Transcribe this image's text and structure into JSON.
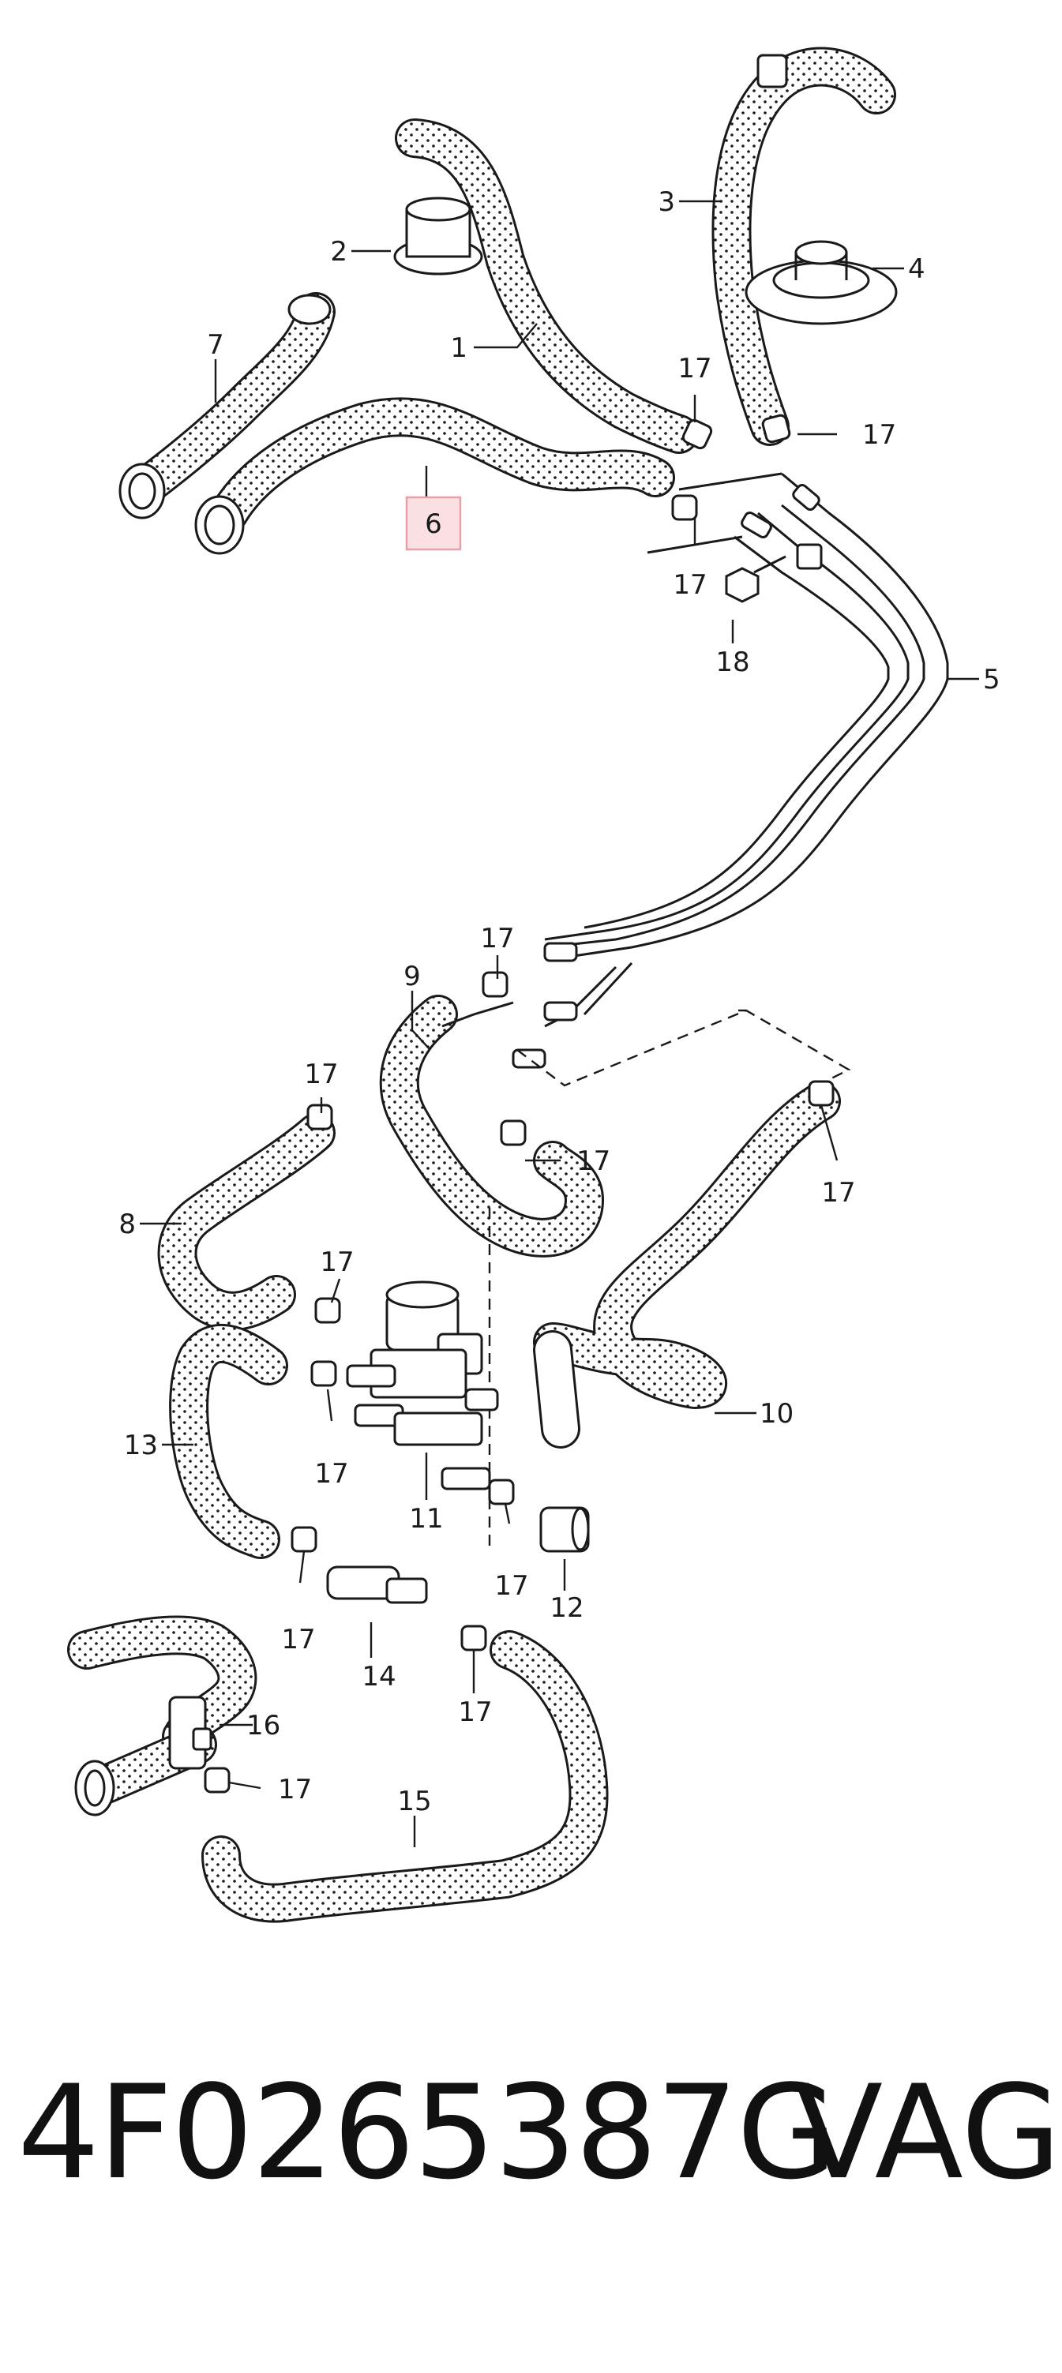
{
  "diagram": {
    "callouts": {
      "c1": "1",
      "c2": "2",
      "c3": "3",
      "c4": "4",
      "c5": "5",
      "c6": "6",
      "c7": "7",
      "c8": "8",
      "c9": "9",
      "c10": "10",
      "c11": "11",
      "c12": "12",
      "c13": "13",
      "c14": "14",
      "c15": "15",
      "c16": "16",
      "c18": "18",
      "c17": "17"
    },
    "highlighted_callout": "6",
    "highlight_color": "#fbe0e3"
  },
  "footer": {
    "part_number": "4F0265387G",
    "brand": "VAG"
  }
}
